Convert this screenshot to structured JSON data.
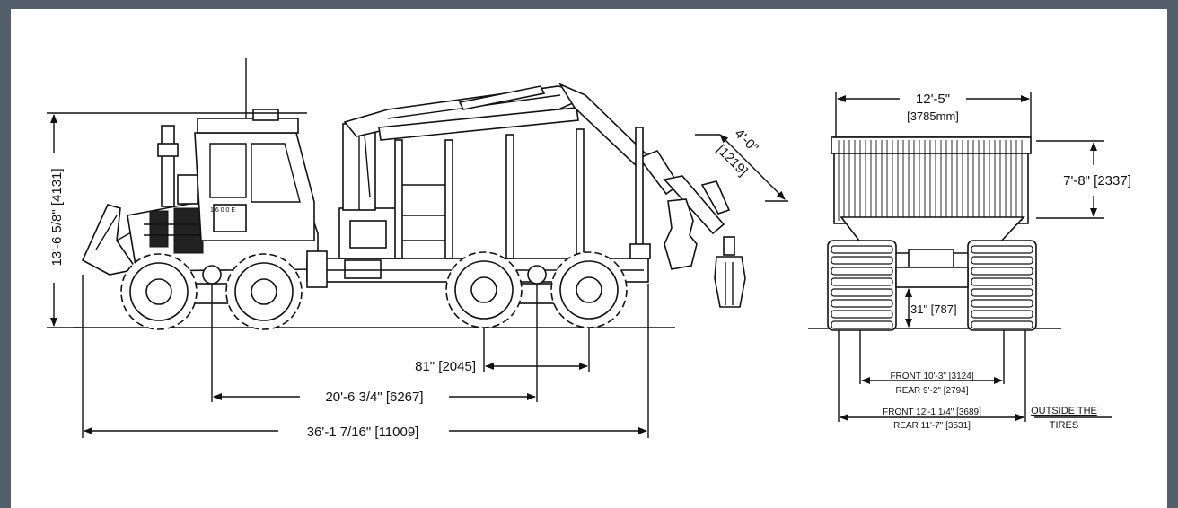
{
  "side_view": {
    "overall_height": "13'-6 5/8\" [4131]",
    "boom_reach": "4'-0\"",
    "boom_reach_mm": "[1219]",
    "bogie_spacing": "81\" [2045]",
    "wheelbase": "20'-6 3/4\" [6267]",
    "overall_length": "36'-1 7/16\" [11009]",
    "model_badge": "1 6 0 0 E"
  },
  "rear_view": {
    "overall_width": "12'-5\"",
    "overall_width_mm": "[3785mm]",
    "bunk_height": "7'-8\" [2337]",
    "ground_clearance": "31\" [787]",
    "track_front": "FRONT 10'-3\" [3124]",
    "track_rear": "REAR 9'-2\" [2794]",
    "outside_front": "FRONT 12'-1 1/4\" [3689]",
    "outside_rear": "REAR 11'-7\" [3531]",
    "outside_label_1": "OUTSIDE THE",
    "outside_label_2": "TIRES"
  },
  "colors": {
    "frame": "#53606b",
    "sheet": "#ffffff",
    "ink": "#111111"
  }
}
